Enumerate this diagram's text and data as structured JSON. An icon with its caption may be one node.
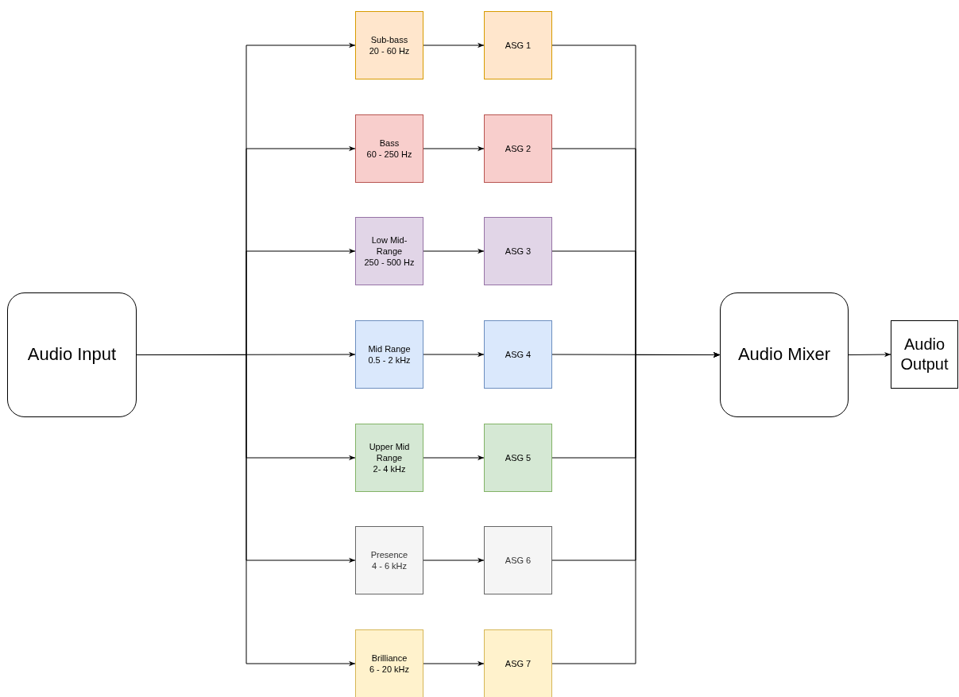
{
  "diagram": {
    "nodes": [
      {
        "text": [
          "Audio Input"
        ]
      },
      {
        "text": [
          "Sub-bass",
          "20 - 60 Hz"
        ]
      },
      {
        "text": [
          "Bass",
          "60 - 250 Hz"
        ]
      },
      {
        "text": [
          "Low Mid-Range",
          "250 - 500 Hz"
        ]
      },
      {
        "text": [
          "Mid Range",
          "0.5 - 2 kHz"
        ]
      },
      {
        "text": [
          "Upper Mid Range",
          "2- 4 kHz"
        ]
      },
      {
        "text": [
          "Presence",
          "4 - 6 kHz"
        ]
      },
      {
        "text": [
          "Brilliance",
          "6 - 20 kHz"
        ]
      },
      {
        "text": [
          "ASG 1"
        ]
      },
      {
        "text": [
          "ASG 2"
        ]
      },
      {
        "text": [
          "ASG 3"
        ]
      },
      {
        "text": [
          "ASG 4"
        ]
      },
      {
        "text": [
          "ASG 5"
        ]
      },
      {
        "text": [
          "ASG 6"
        ]
      },
      {
        "text": [
          "ASG 7"
        ]
      },
      {
        "text": [
          "Audio Mixer"
        ]
      },
      {
        "text": [
          "Audio Output"
        ]
      }
    ],
    "edges": [
      {
        "from": 0,
        "to": 1,
        "arrow": "to"
      },
      {
        "from": 0,
        "to": 2,
        "arrow": "to"
      },
      {
        "from": 0,
        "to": 3,
        "arrow": "to"
      },
      {
        "from": 0,
        "to": 4,
        "arrow": "to"
      },
      {
        "from": 0,
        "to": 5,
        "arrow": "to"
      },
      {
        "from": 0,
        "to": 6,
        "arrow": "to"
      },
      {
        "from": 0,
        "to": 7,
        "arrow": "to"
      },
      {
        "from": 1,
        "to": 8,
        "arrow": "to"
      },
      {
        "from": 2,
        "to": 9,
        "arrow": "to"
      },
      {
        "from": 3,
        "to": 10,
        "arrow": "to"
      },
      {
        "from": 4,
        "to": 11,
        "arrow": "to"
      },
      {
        "from": 5,
        "to": 12,
        "arrow": "to"
      },
      {
        "from": 6,
        "to": 13,
        "arrow": "to"
      },
      {
        "from": 7,
        "to": 14,
        "arrow": "to"
      },
      {
        "from": 8,
        "to": 15,
        "arrow": "to"
      },
      {
        "from": 9,
        "to": 15,
        "arrow": "to"
      },
      {
        "from": 10,
        "to": 15,
        "arrow": "to"
      },
      {
        "from": 11,
        "to": 15,
        "arrow": "to"
      },
      {
        "from": 12,
        "to": 15,
        "arrow": "to"
      },
      {
        "from": 13,
        "to": 15,
        "arrow": "to"
      },
      {
        "from": 14,
        "to": 15,
        "arrow": "to"
      },
      {
        "from": 15,
        "to": 16,
        "arrow": "to"
      }
    ]
  }
}
